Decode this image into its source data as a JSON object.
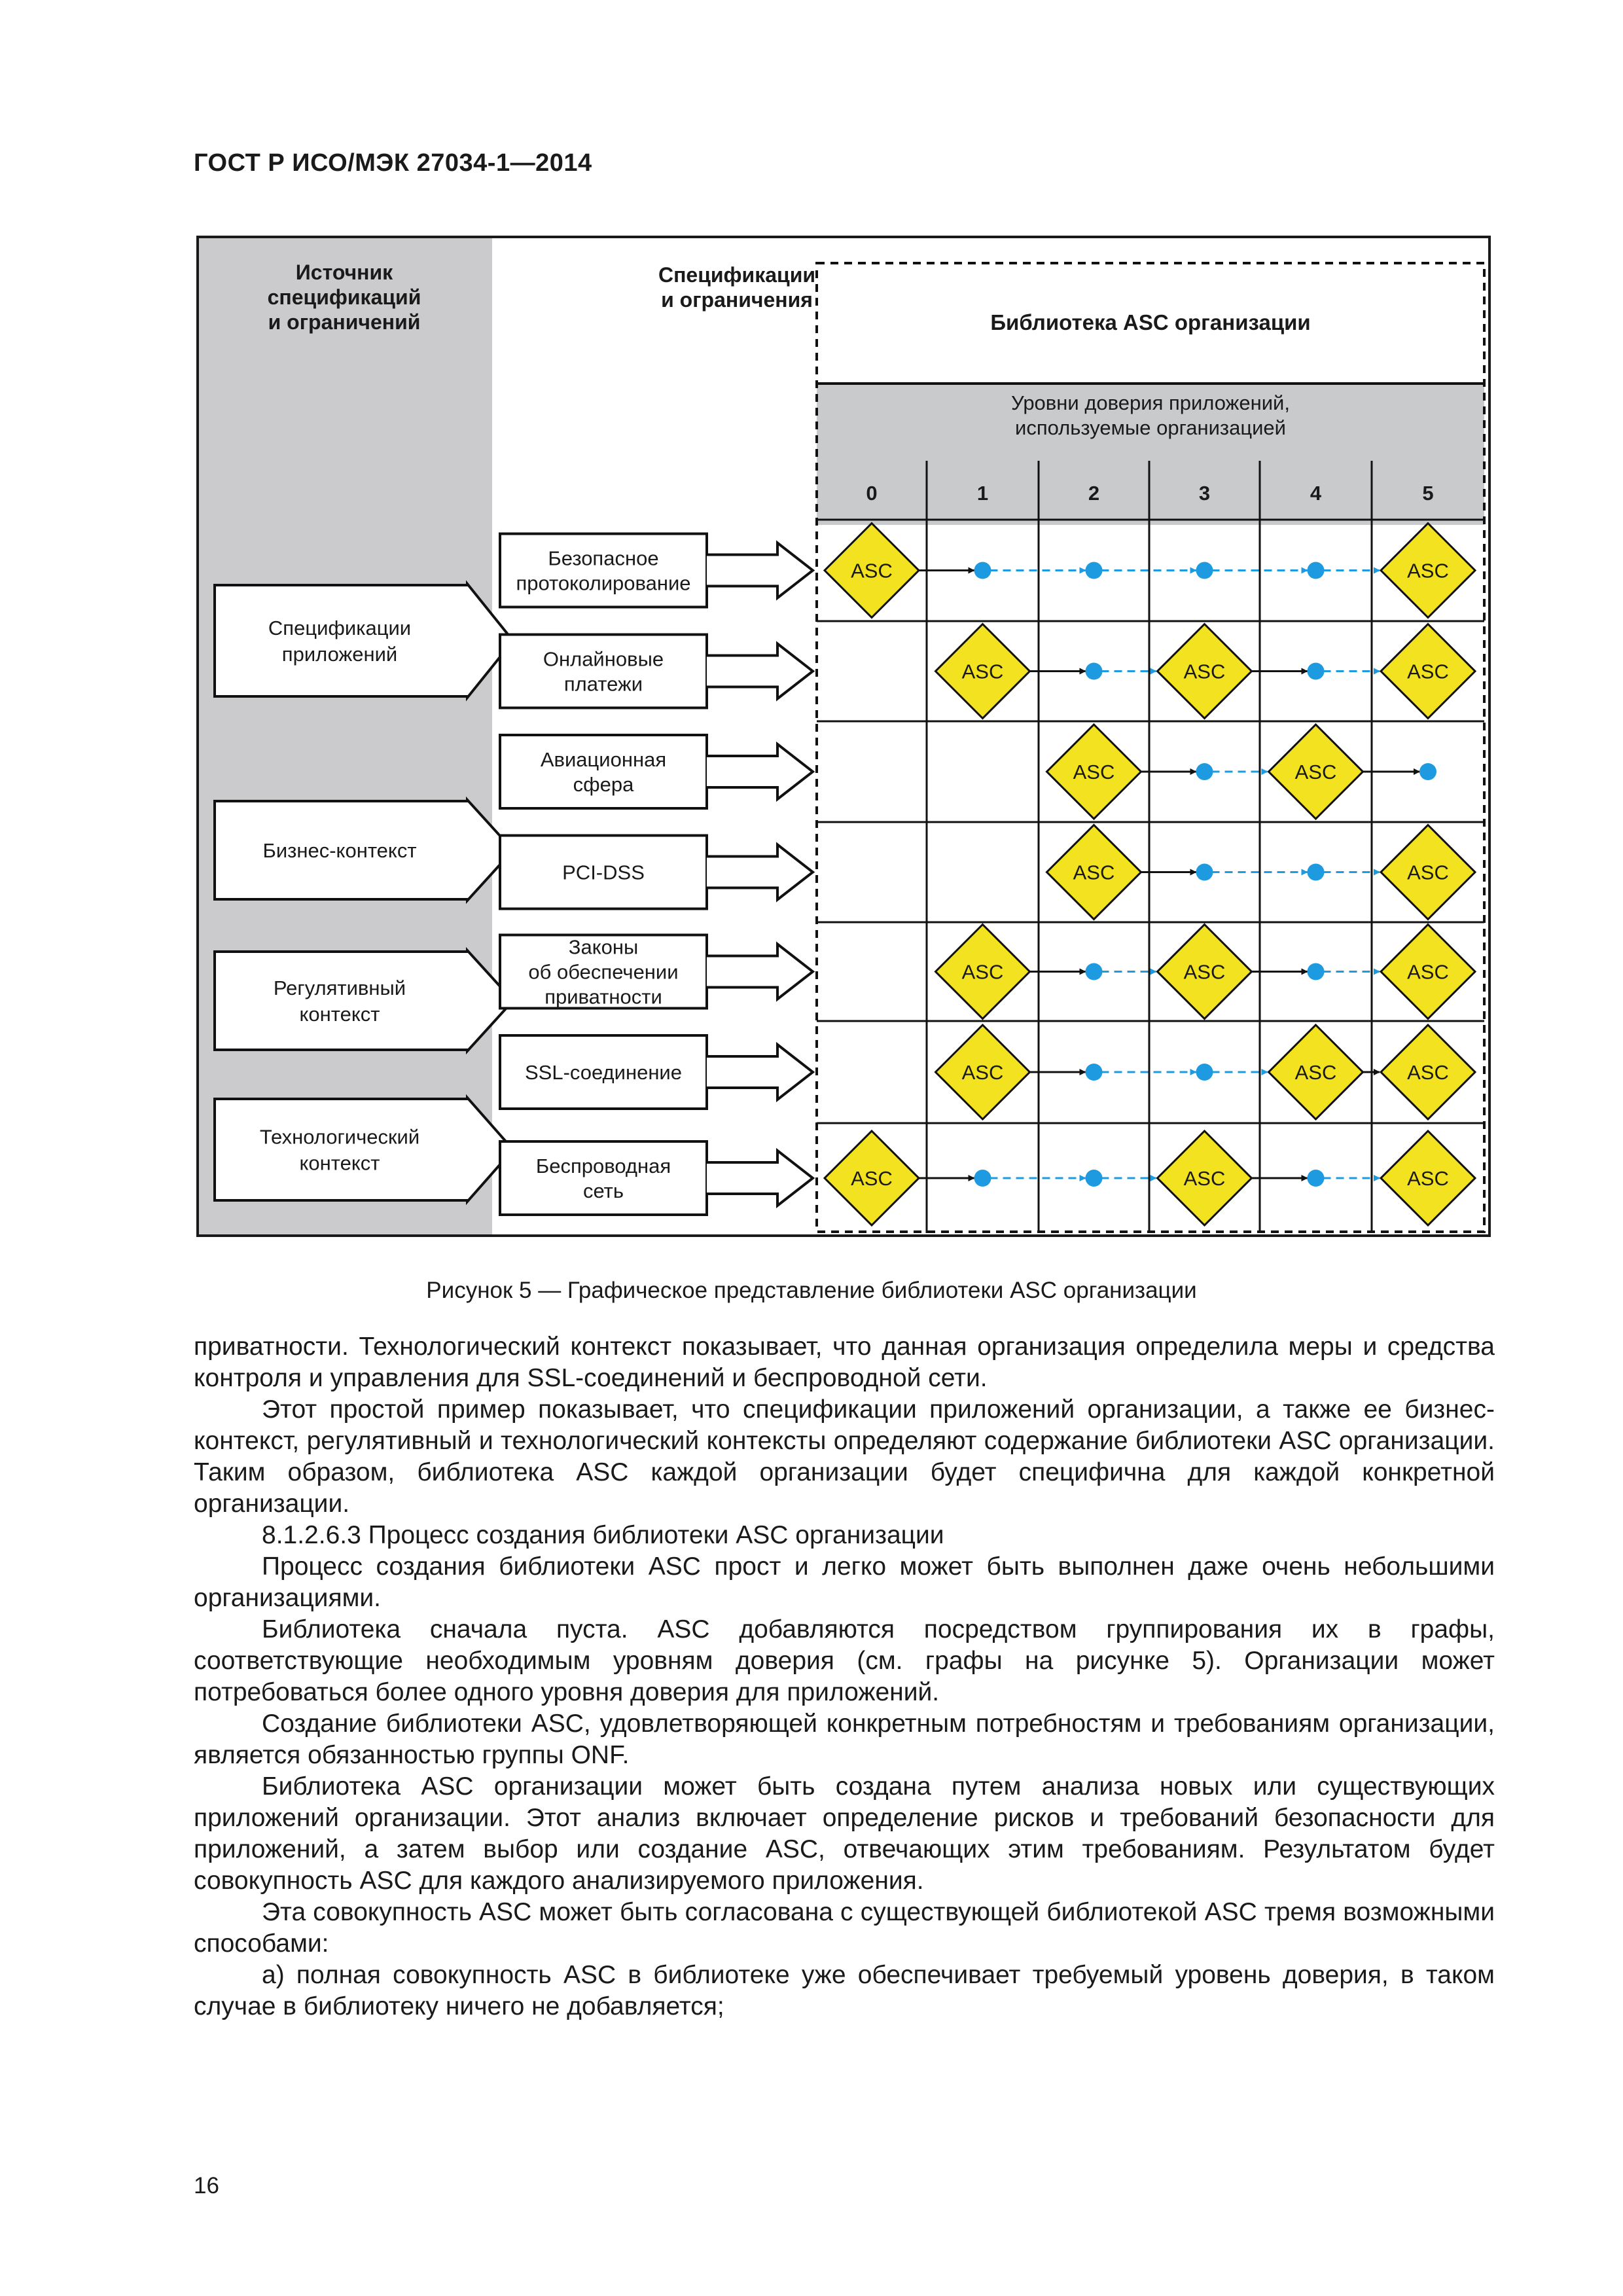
{
  "header": "ГОСТ Р ИСО/МЭК 27034-1—2014",
  "figure": {
    "col_source": [
      "Источник",
      "спецификаций",
      "и ограничений"
    ],
    "col_specs": [
      "Спецификации",
      "и ограничения"
    ],
    "library_title": "Библиотека ASC организации",
    "levels_title": [
      "Уровни доверия приложений,",
      "используемые организацией"
    ],
    "levels": [
      "0",
      "1",
      "2",
      "3",
      "4",
      "5"
    ],
    "sources": [
      [
        "Спецификации",
        "приложений"
      ],
      [
        "Бизнес-контекст"
      ],
      [
        "Регулятивный",
        "контекст"
      ],
      [
        "Технологический",
        "контекст"
      ]
    ],
    "specs": [
      [
        "Безопасное",
        "протоколирование"
      ],
      [
        "Онлайновые",
        "платежи"
      ],
      [
        "Авиационная",
        "сфера"
      ],
      [
        "PCI-DSS"
      ],
      [
        "Законы",
        "об обеспечении",
        "приватности"
      ],
      [
        "SSL-соединение"
      ],
      [
        "Беспроводная",
        "сеть"
      ]
    ],
    "asc_label": "ASC",
    "rows": [
      [
        "asc",
        "dot",
        "dot",
        "dot",
        "dot",
        "asc"
      ],
      [
        "",
        "asc",
        "dot",
        "asc",
        "dot",
        "asc"
      ],
      [
        "",
        "",
        "asc",
        "dot",
        "asc",
        "dot"
      ],
      [
        "",
        "",
        "asc",
        "dot",
        "dot",
        "asc"
      ],
      [
        "",
        "asc",
        "dot",
        "asc",
        "dot",
        "asc"
      ],
      [
        "",
        "asc",
        "dot",
        "dot",
        "asc",
        "asc"
      ],
      [
        "asc",
        "dot",
        "dot",
        "asc",
        "dot",
        "asc"
      ]
    ],
    "colors": {
      "asc_fill": "#f2e21f",
      "dot": "#1e9ae0",
      "gray_panel": "#cbcbcd",
      "header_band": "#c9cacc"
    }
  },
  "caption": "Рисунок 5 — Графическое представление библиотеки ASC организации",
  "paragraphs": [
    {
      "indent": false,
      "text": "приватности. Технологический контекст показывает, что данная организация определила меры и средства контроля и управления для SSL-соединений и беспроводной сети."
    },
    {
      "indent": true,
      "text": "Этот простой пример показывает, что спецификации приложений организации, а также ее бизнес-контекст, регулятивный и технологический контексты определяют содержание библиотеки ASC организации. Таким образом, библиотека ASC каждой организации будет специфична для каждой конкретной организации."
    },
    {
      "indent": true,
      "text": "8.1.2.6.3 Процесс создания библиотеки ASC организации"
    },
    {
      "indent": true,
      "text": "Процесс создания библиотеки ASC прост и легко может быть выполнен даже очень небольшими организациями."
    },
    {
      "indent": true,
      "text": "Библиотека сначала пуста. ASC добавляются посредством группирования их в графы, соответствующие необходимым уровням доверия (см. графы на рисунке 5). Организации может потребоваться более одного уровня доверия для приложений."
    },
    {
      "indent": true,
      "text": "Создание библиотеки ASC, удовлетворяющей конкретным потребностям и требованиям организации, является обязанностью группы ONF."
    },
    {
      "indent": true,
      "text": "Библиотека ASC организации может быть создана путем анализа новых или существующих приложений организации. Этот анализ включает определение рисков и требований безопасности для приложений, а затем выбор или создание ASC, отвечающих этим требованиям. Результатом будет совокупность ASC для каждого анализируемого приложения."
    },
    {
      "indent": true,
      "text": "Эта совокупность ASC может быть согласована с существующей библиотекой ASC тремя возможными способами:"
    },
    {
      "indent": true,
      "text": "а) полная совокупность ASC в библиотеке уже обеспечивает требуемый уровень доверия, в таком случае в библиотеку ничего не добавляется;"
    }
  ],
  "page_number": "16"
}
